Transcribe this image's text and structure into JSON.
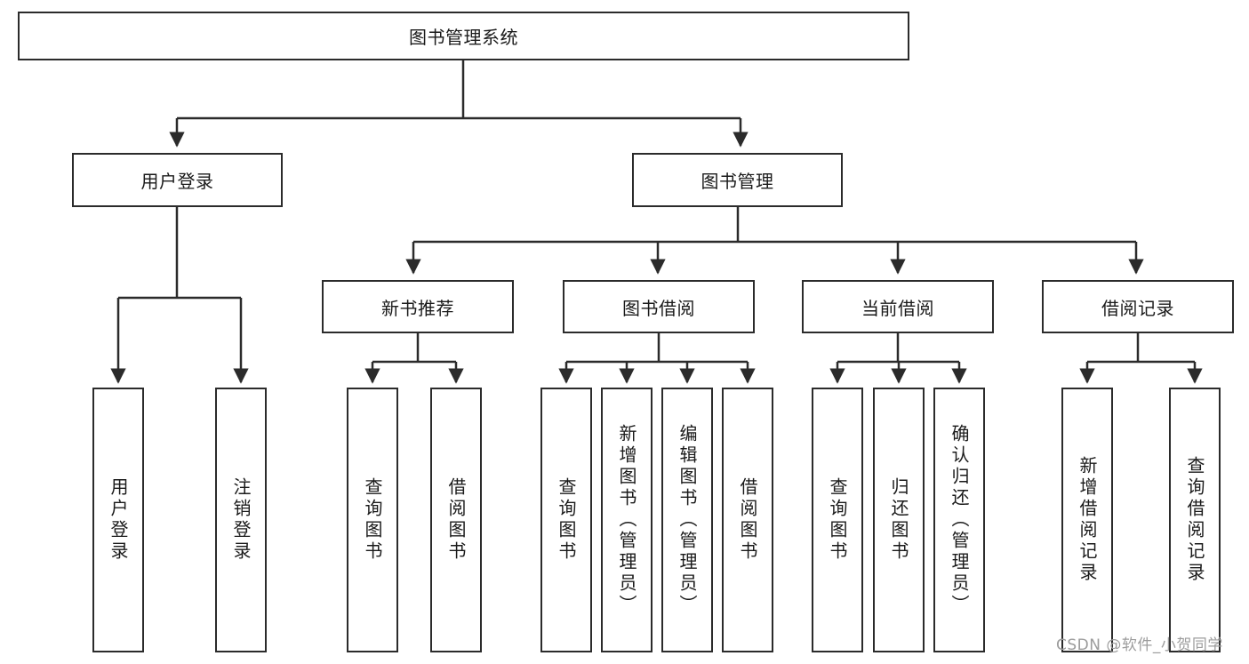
{
  "diagram": {
    "title": "图书管理系统",
    "type": "tree-hierarchy-chart",
    "root": {
      "label": "图书管理系统"
    },
    "level1": [
      {
        "label": "用户登录"
      },
      {
        "label": "图书管理"
      }
    ],
    "level2": [
      {
        "label": "新书推荐"
      },
      {
        "label": "图书借阅"
      },
      {
        "label": "当前借阅"
      },
      {
        "label": "借阅记录"
      }
    ],
    "leaves": {
      "user_login": [
        {
          "label": "用户登录"
        },
        {
          "label": "注销登录"
        }
      ],
      "new_book_recommend": [
        {
          "label": "查询图书"
        },
        {
          "label": "借阅图书"
        }
      ],
      "book_borrow": [
        {
          "label": "查询图书"
        },
        {
          "label": "新增图书（管理员）"
        },
        {
          "label": "编辑图书（管理员）"
        },
        {
          "label": "借阅图书"
        }
      ],
      "current_borrow": [
        {
          "label": "查询图书"
        },
        {
          "label": "归还图书"
        },
        {
          "label": "确认归还（管理员）"
        }
      ],
      "borrow_record": [
        {
          "label": "新增借阅记录"
        },
        {
          "label": "查询借阅记录"
        }
      ]
    },
    "watermark": "CSDN @软件_小贺同学",
    "colors": {
      "stroke": "#2b2b2b",
      "fill": "#ffffff",
      "text": "#1a1a1a",
      "watermark": "#9c9c9c"
    }
  }
}
